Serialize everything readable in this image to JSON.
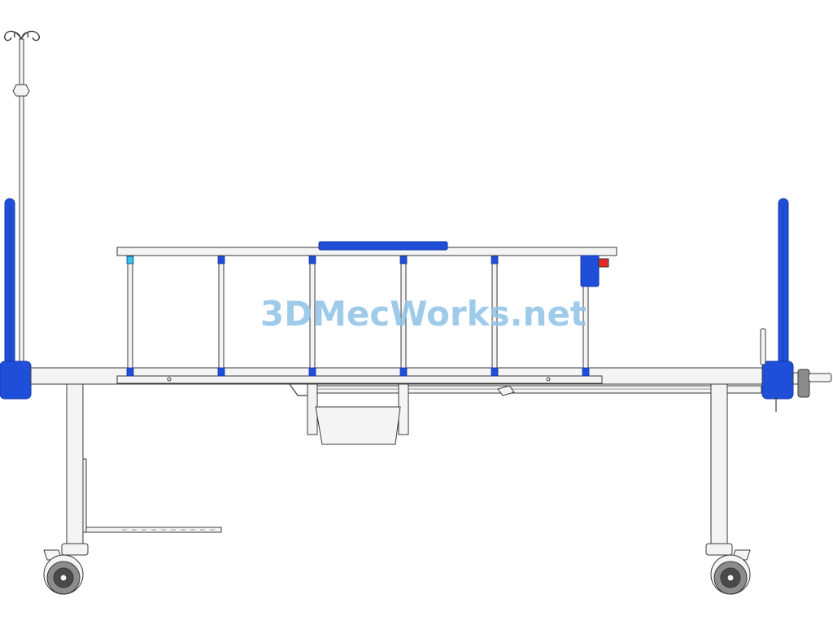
{
  "watermark": {
    "text": "3DMecWorks.net"
  },
  "colors": {
    "background": "#ffffff",
    "outline": "#3a3a3a",
    "frame": "#f4f4f4",
    "accent_blue": "#1f4fd8",
    "accent_blue_dark": "#1436a8",
    "accent_cyan": "#36c4e0",
    "accent_red": "#e02a2a",
    "wheel_grey": "#8c8c8c",
    "wheel_dark": "#4a4a4a",
    "watermark": "#8fc3e8"
  },
  "parts": {
    "iv_pole": "iv-pole",
    "headboard": "headboard-post",
    "footboard": "footboard-post",
    "side_rail": "side-rail",
    "rail_pad": "rail-top-pad",
    "rail_latch": "rail-latch",
    "bed_frame": "bed-frame",
    "legs": "bed-leg",
    "casters": "caster-wheel",
    "crank": "hand-crank",
    "bedpan": "bedpan-holder",
    "foot_tray": "under-bed-shelf"
  }
}
